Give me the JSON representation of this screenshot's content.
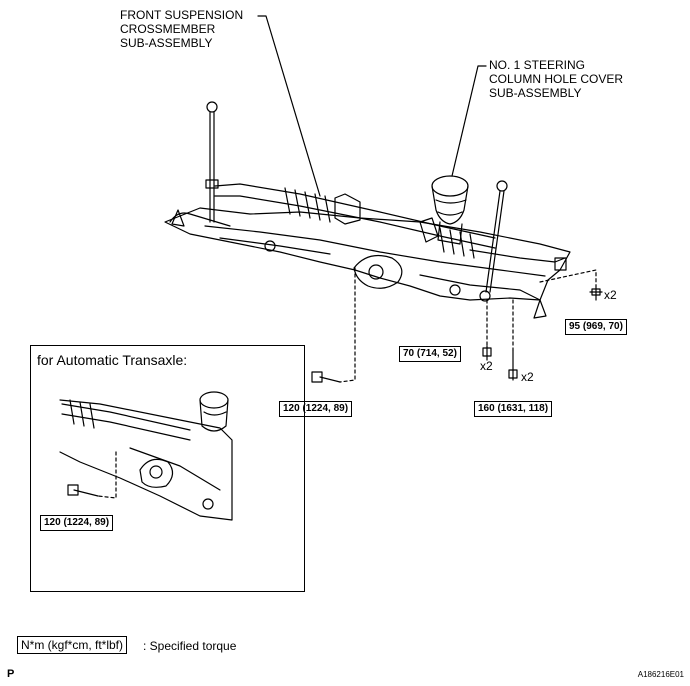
{
  "labels": {
    "crossmember": "FRONT SUSPENSION\nCROSSMEMBER\nSUB-ASSEMBLY",
    "steering_cover": "NO. 1 STEERING\nCOLUMN HOLE COVER\nSUB-ASSEMBLY"
  },
  "torques": {
    "t95": "95 (969, 70)",
    "t70": "70 (714, 52)",
    "t120": "120 (1224, 89)",
    "t160": "160 (1631, 118)",
    "t120_inset": "120 (1224, 89)"
  },
  "multipliers": {
    "m95": "x2",
    "m70": "x2",
    "m160": "x2"
  },
  "inset": {
    "title": "for Automatic Transaxle:"
  },
  "legend": {
    "unit_box": "N*m (kgf*cm, ft*lbf)",
    "description": ": Specified torque"
  },
  "footer": {
    "page_mark": "P",
    "figure_id": "A186216E01"
  }
}
